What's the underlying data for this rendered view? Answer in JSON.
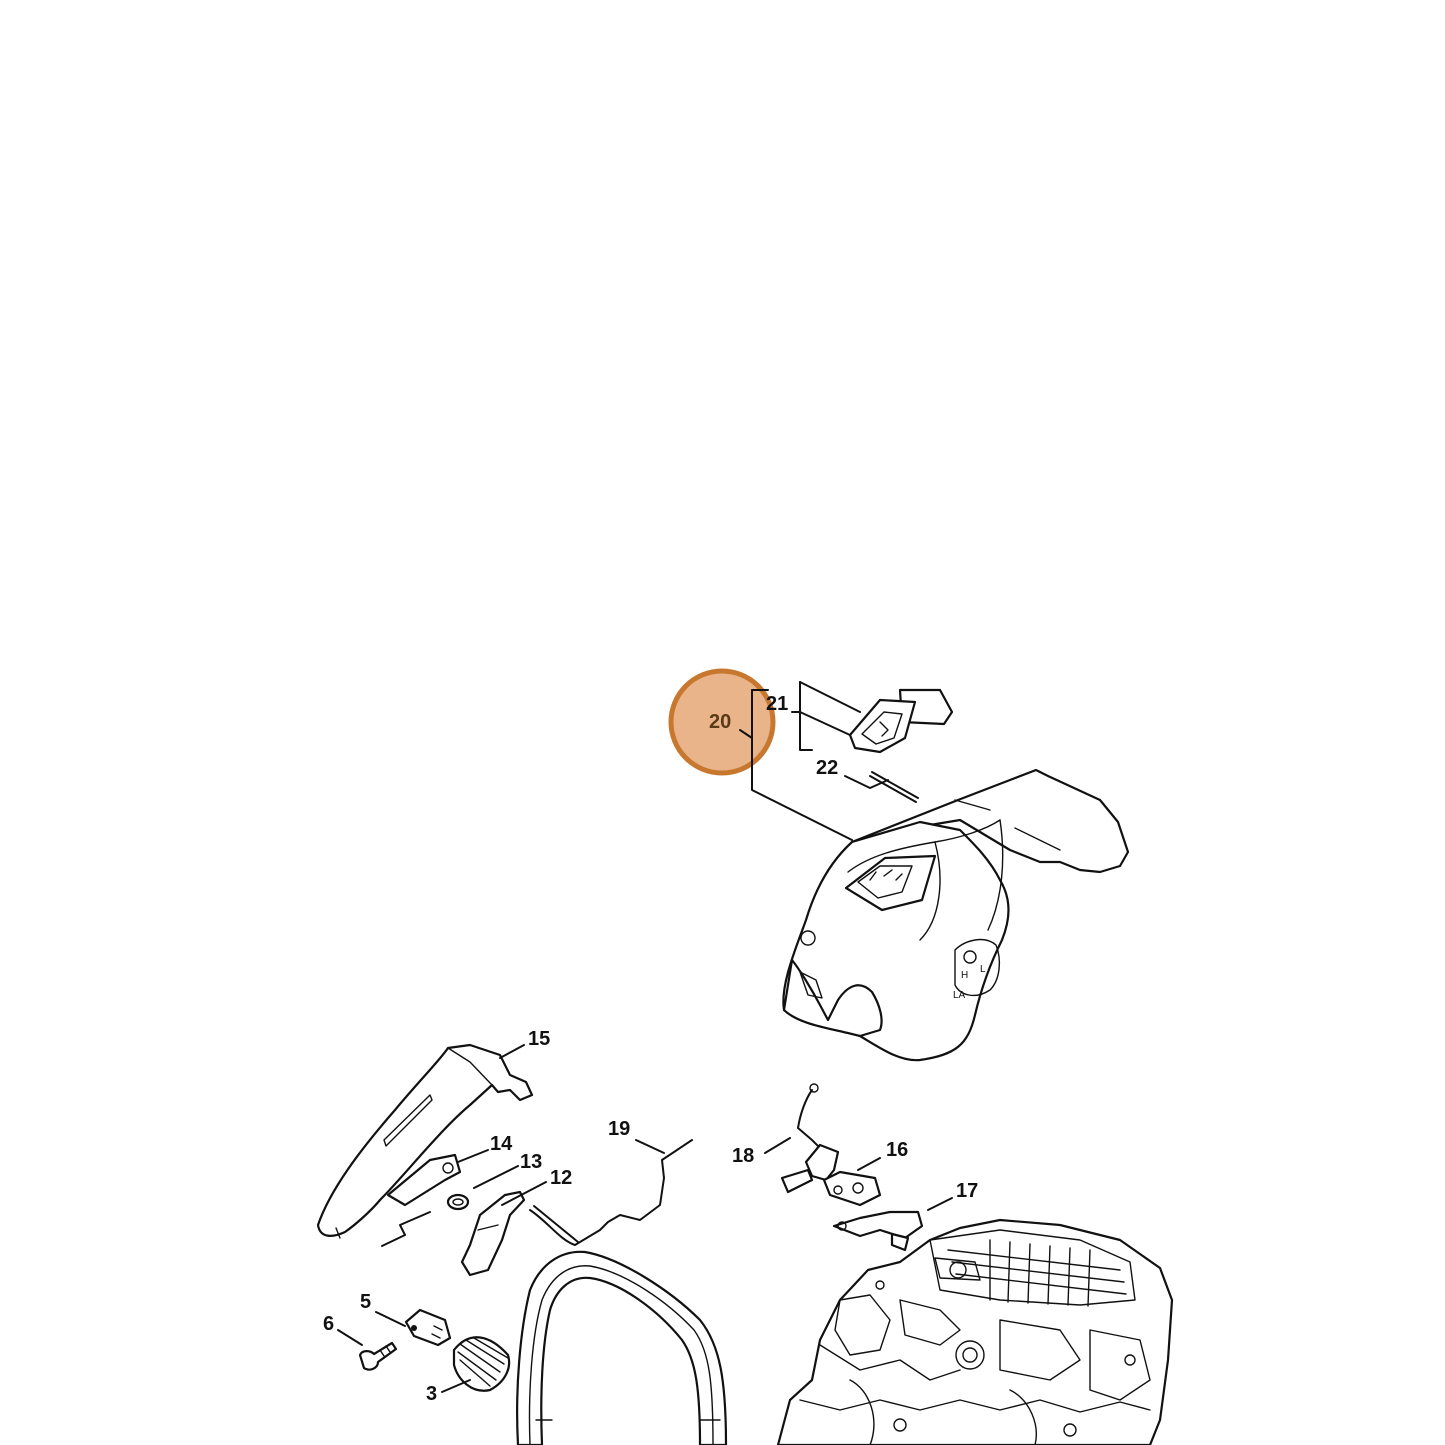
{
  "diagram": {
    "highlight": {
      "part_number": "20",
      "fill_color": "#e9b489",
      "stroke_color": "#c8782e"
    },
    "callouts": [
      {
        "id": "c20",
        "label": "20"
      },
      {
        "id": "c21",
        "label": "21"
      },
      {
        "id": "c22",
        "label": "22"
      },
      {
        "id": "c15",
        "label": "15"
      },
      {
        "id": "c14",
        "label": "14"
      },
      {
        "id": "c13",
        "label": "13"
      },
      {
        "id": "c12",
        "label": "12"
      },
      {
        "id": "c19",
        "label": "19"
      },
      {
        "id": "c18",
        "label": "18"
      },
      {
        "id": "c16",
        "label": "16"
      },
      {
        "id": "c17",
        "label": "17"
      },
      {
        "id": "c5",
        "label": "5"
      },
      {
        "id": "c6",
        "label": "6"
      },
      {
        "id": "c3",
        "label": "3"
      }
    ],
    "cover_markings": {
      "h": "H",
      "l": "L",
      "la": "LA"
    }
  }
}
